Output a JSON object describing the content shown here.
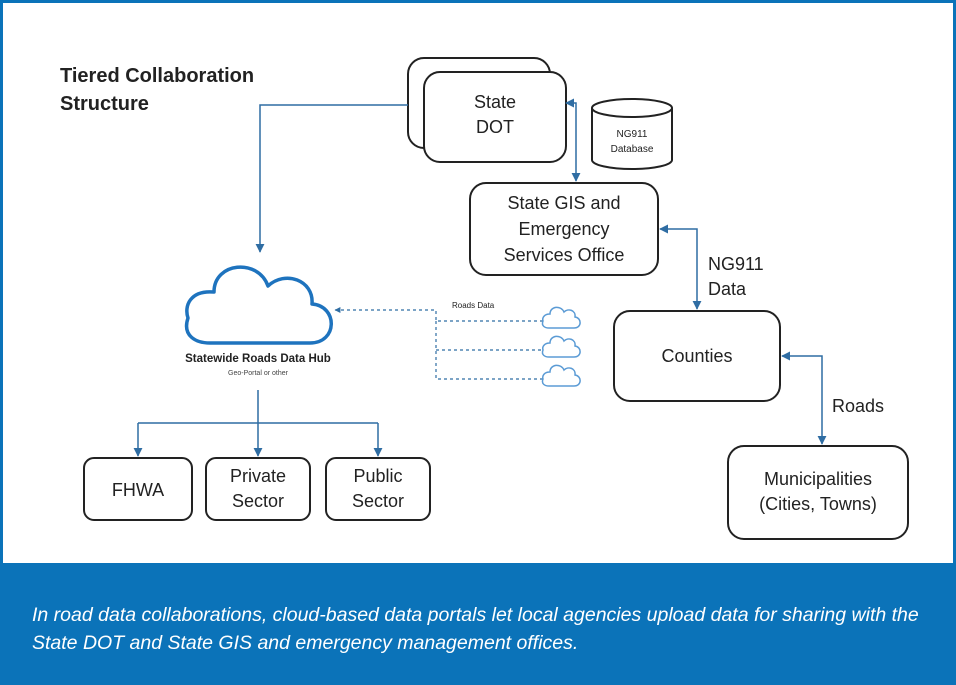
{
  "diagram": {
    "title_line1": "Tiered Collaboration",
    "title_line2": "Structure",
    "state_dot_line1": "State",
    "state_dot_line2": "DOT",
    "ng911_db_line1": "NG911",
    "ng911_db_line2": "Database",
    "state_gis_line1": "State GIS and",
    "state_gis_line2": "Emergency",
    "state_gis_line3": "Services Office",
    "ng911_data_line1": "NG911",
    "ng911_data_line2": "Data",
    "counties": "Counties",
    "roads_label": "Roads",
    "municipalities_line1": "Municipalities",
    "municipalities_line2": "(Cities, Towns)",
    "roads_data_label": "Roads Data",
    "hub_title": "Statewide Roads Data Hub",
    "hub_subtitle": "Geo-Portal or other",
    "fhwa": "FHWA",
    "private_line1": "Private",
    "private_line2": "Sector",
    "public_line1": "Public",
    "public_line2": "Sector"
  },
  "caption": "In road data collaborations, cloud-based data portals let local agencies upload data for sharing with the State DOT and State GIS and emergency management offices.",
  "colors": {
    "border": "#0b73b9",
    "connector": "#2f6da3",
    "cloud": "#1e73be",
    "box_stroke": "#222222"
  }
}
